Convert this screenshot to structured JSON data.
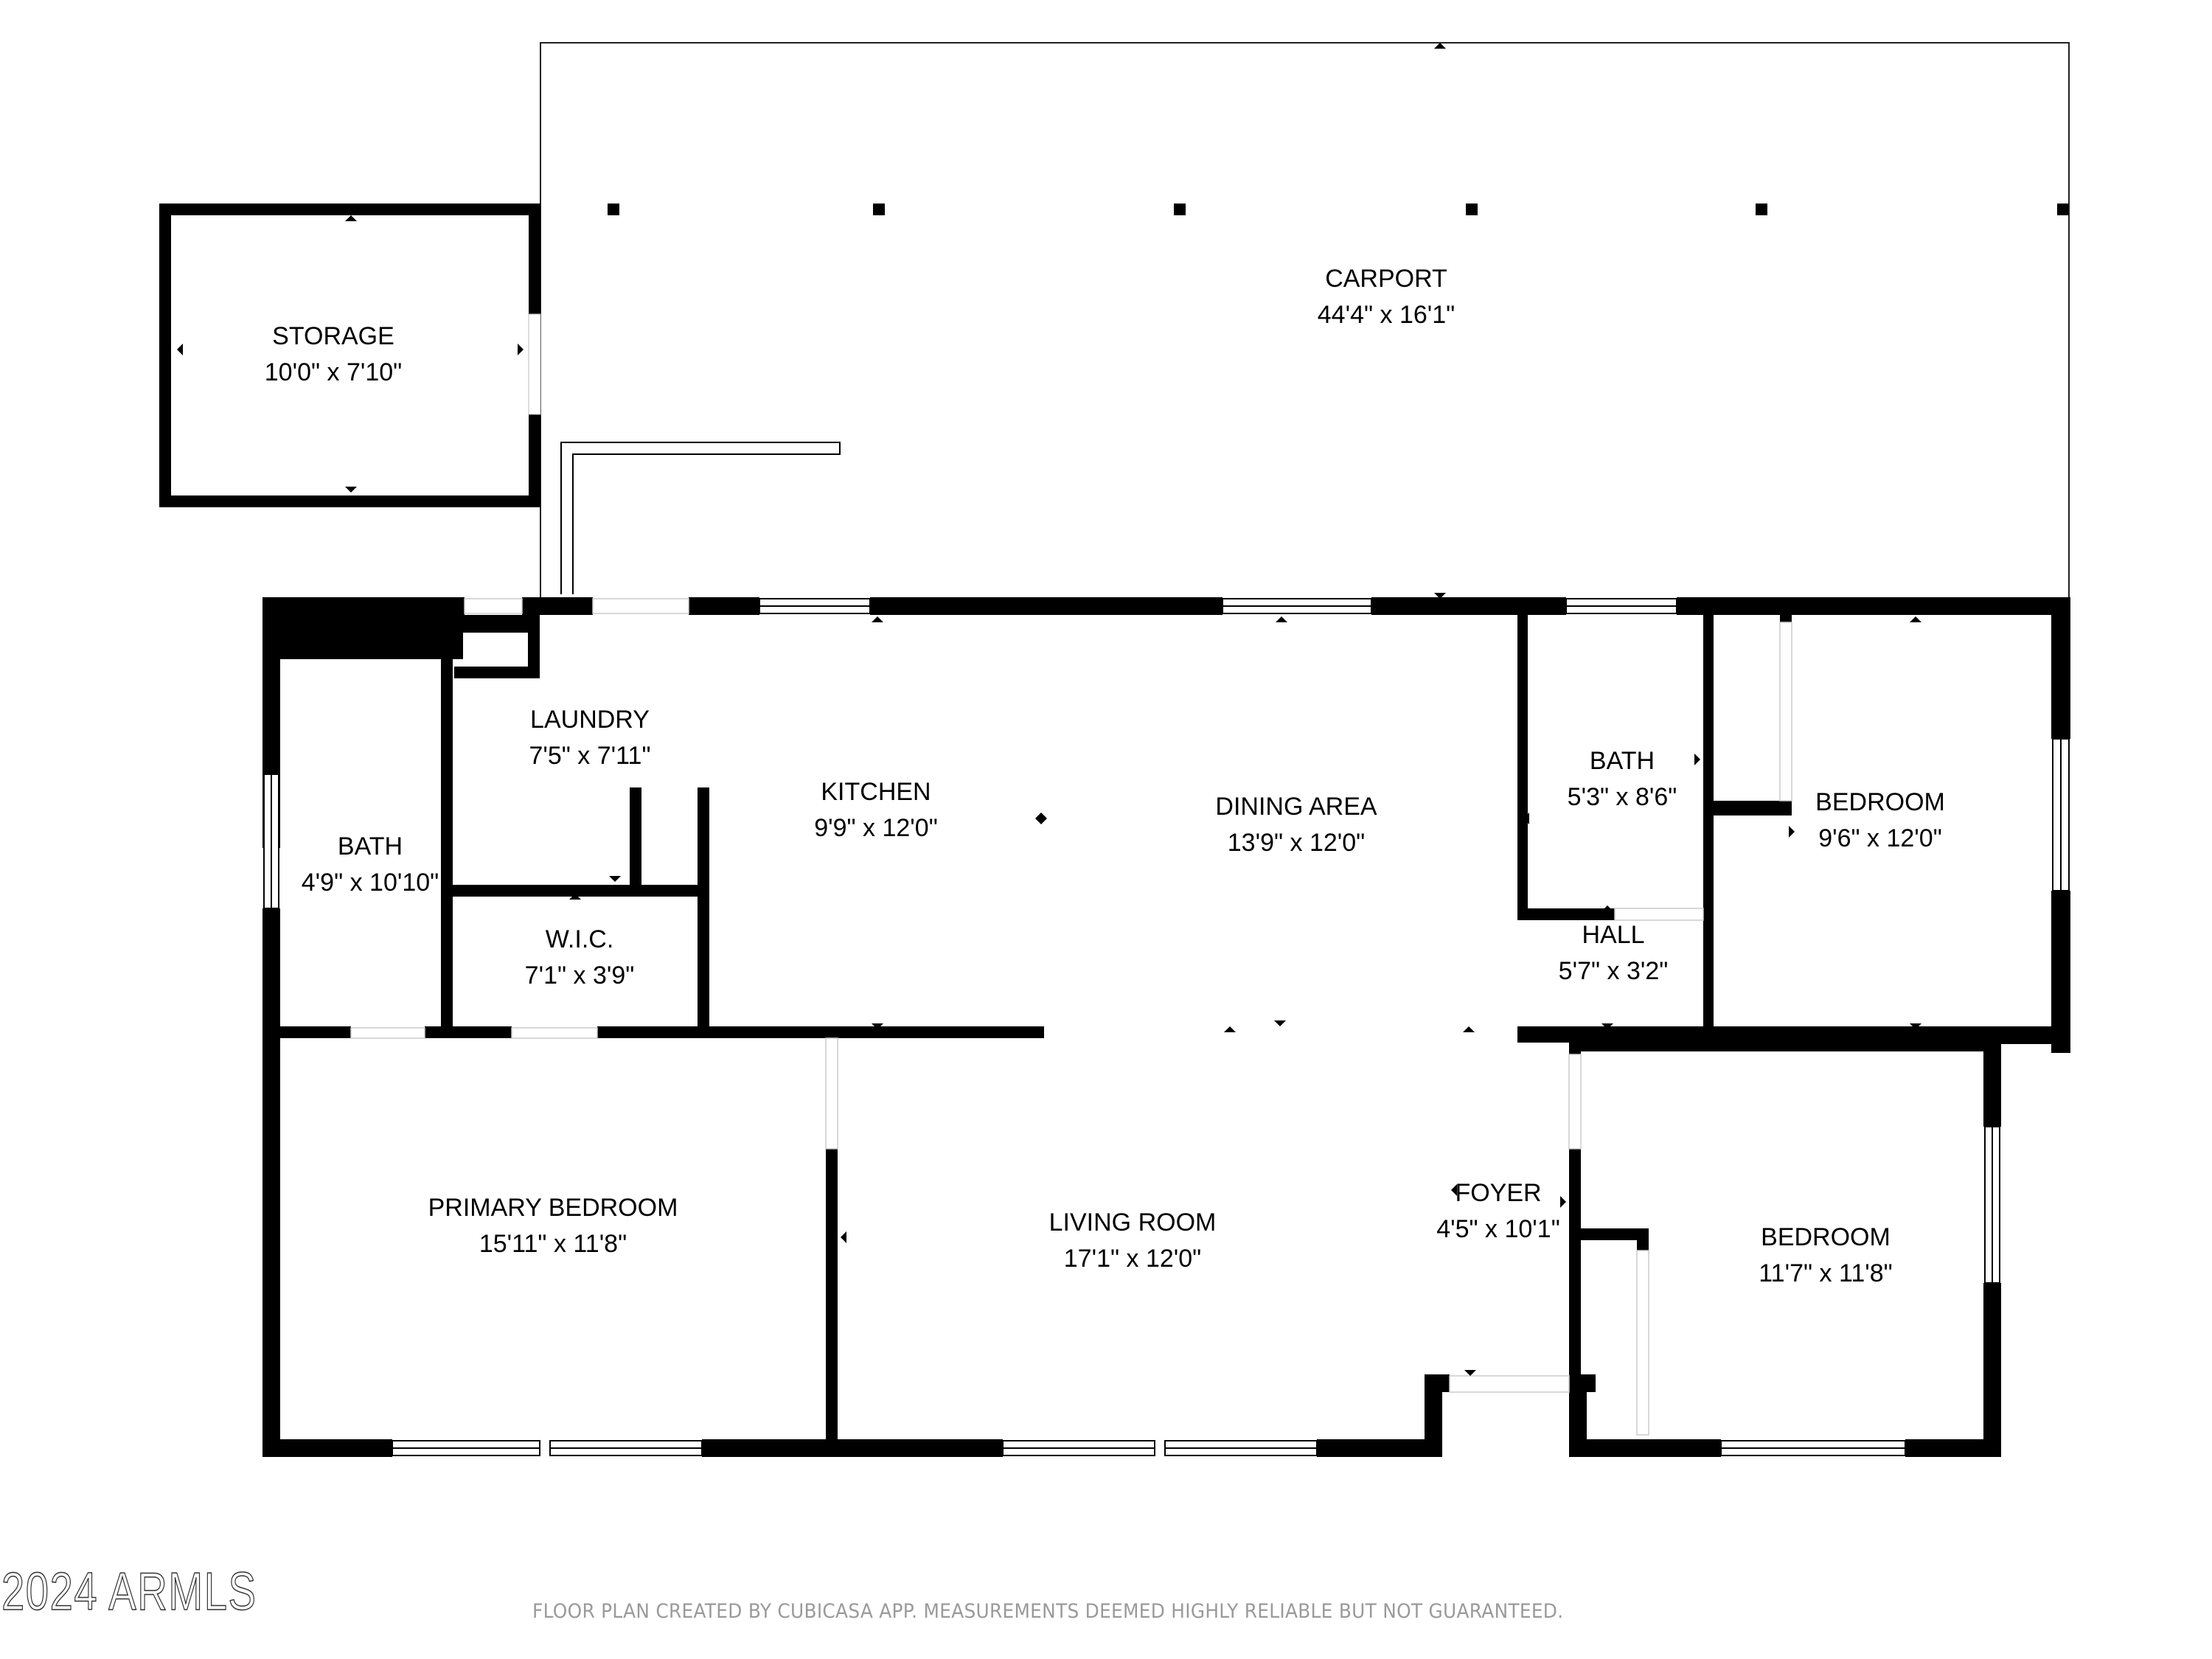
{
  "plan": {
    "rooms": [
      {
        "name": "CARPORT",
        "dims": "44'4\" x 16'1\""
      },
      {
        "name": "STORAGE",
        "dims": "10'0\" x 7'10\""
      },
      {
        "name": "LAUNDRY",
        "dims": "7'5\" x 7'11\""
      },
      {
        "name": "KITCHEN",
        "dims": "9'9\" x 12'0\""
      },
      {
        "name": "DINING AREA",
        "dims": "13'9\" x 12'0\""
      },
      {
        "name": "BATH",
        "dims": "5'3\" x 8'6\""
      },
      {
        "name": "BEDROOM",
        "dims": "9'6\" x 12'0\""
      },
      {
        "name": "BATH",
        "dims": "4'9\" x 10'10\""
      },
      {
        "name": "W.I.C.",
        "dims": "7'1\" x 3'9\""
      },
      {
        "name": "HALL",
        "dims": "5'7\" x 3'2\""
      },
      {
        "name": "PRIMARY BEDROOM",
        "dims": "15'11\" x 11'8\""
      },
      {
        "name": "LIVING ROOM",
        "dims": "17'1\" x 12'0\""
      },
      {
        "name": "FOYER",
        "dims": "4'5\" x 10'1\""
      },
      {
        "name": "BEDROOM",
        "dims": "11'7\" x 11'8\""
      }
    ]
  },
  "footer": {
    "watermark": "2024 ARMLS",
    "disclaimer": "FLOOR PLAN CREATED BY CUBICASA APP. MEASUREMENTS DEEMED HIGHLY RELIABLE BUT NOT GUARANTEED."
  },
  "colors": {
    "wall": "#000000",
    "background": "#ffffff",
    "disclaimer_text": "#9a9a9a"
  }
}
